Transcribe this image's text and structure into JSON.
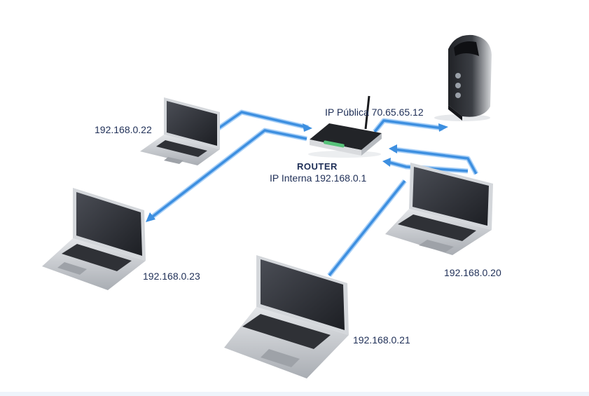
{
  "labels": {
    "public_ip": "IP Pública 70.65.65.12",
    "router_name": "ROUTER",
    "internal_ip": "IP Interna 192.168.0.1",
    "laptop_22": "192.168.0.22",
    "laptop_23": "192.168.0.23",
    "laptop_21": "192.168.0.21",
    "laptop_20": "192.168.0.20"
  },
  "colors": {
    "link": "#3d8fe0",
    "link_glow": "#a9d0f7",
    "text": "#1f2f57",
    "screen": "#2b2d33",
    "chassis": "#c9ccd1"
  },
  "icons": [
    "laptop-icon",
    "router-icon",
    "server-icon",
    "arrow-icon"
  ]
}
